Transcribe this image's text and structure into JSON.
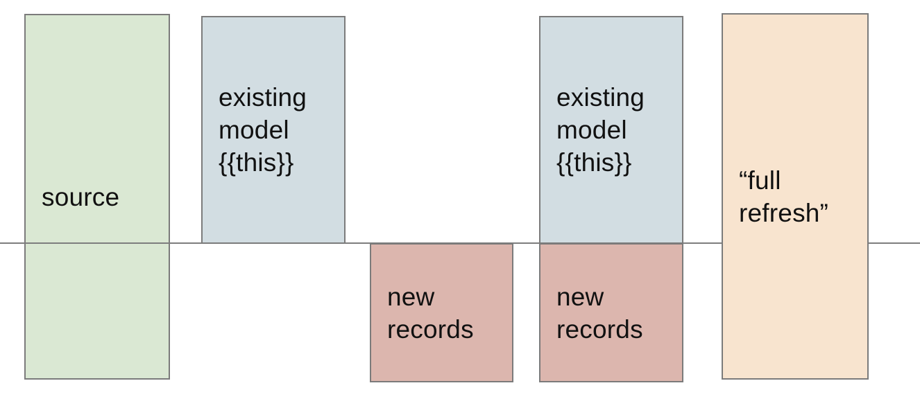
{
  "diagram": {
    "description": "Incremental model diagram with source, existing model, new records and full refresh boxes split by a horizontal cutoff line",
    "divider": {
      "name": "cutoff-line",
      "color": "#7d7d7d",
      "crosses_boxes": [
        "source"
      ],
      "stops_at_boxes": [
        "full-refresh"
      ]
    },
    "colors": {
      "source_green": "#dae8d3",
      "existing_model_blue": "#d2dde2",
      "new_records_pink": "#dcb6ae",
      "full_refresh_peach": "#f8e4cf",
      "border_gray": "#7b7b7b",
      "text": "#111111",
      "background": "#ffffff"
    },
    "boxes": [
      {
        "id": "source",
        "label": "source",
        "color": "#dae8d3",
        "position": "tall-left, spans above and below the line"
      },
      {
        "id": "existing-model-1",
        "label": "existing\nmodel\n{{this}}",
        "color": "#d2dde2",
        "position": "above the line"
      },
      {
        "id": "new-records-1",
        "label": "new\nrecords",
        "color": "#dcb6ae",
        "position": "below the line"
      },
      {
        "id": "existing-model-2",
        "label": "existing\nmodel\n{{this}}",
        "color": "#d2dde2",
        "position": "above the line, stacked on new records"
      },
      {
        "id": "new-records-2",
        "label": "new\nrecords",
        "color": "#dcb6ae",
        "position": "below the line, stacked under existing model"
      },
      {
        "id": "full-refresh",
        "label": "“full\nrefresh”",
        "color": "#f8e4cf",
        "position": "tall-right, covers the line"
      }
    ]
  }
}
